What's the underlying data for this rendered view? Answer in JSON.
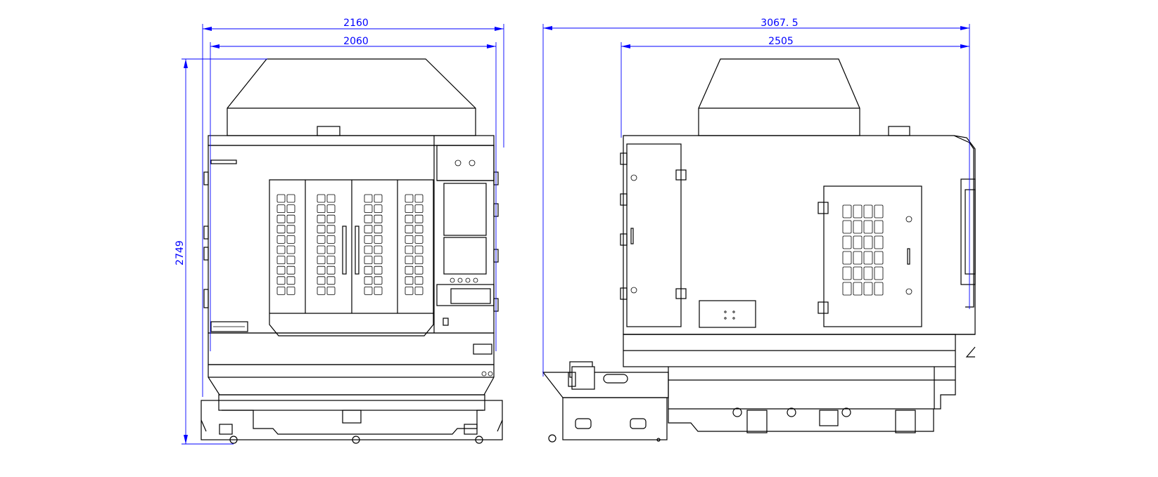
{
  "drawing": {
    "front_view": {
      "width_overall": "2160",
      "width_inner": "2060",
      "height_overall": "2749"
    },
    "side_view": {
      "depth_overall": "3067. 5",
      "depth_inner": "2505"
    }
  },
  "colors": {
    "dimension": "#0000ff",
    "outline": "#000000",
    "background": "#ffffff"
  }
}
